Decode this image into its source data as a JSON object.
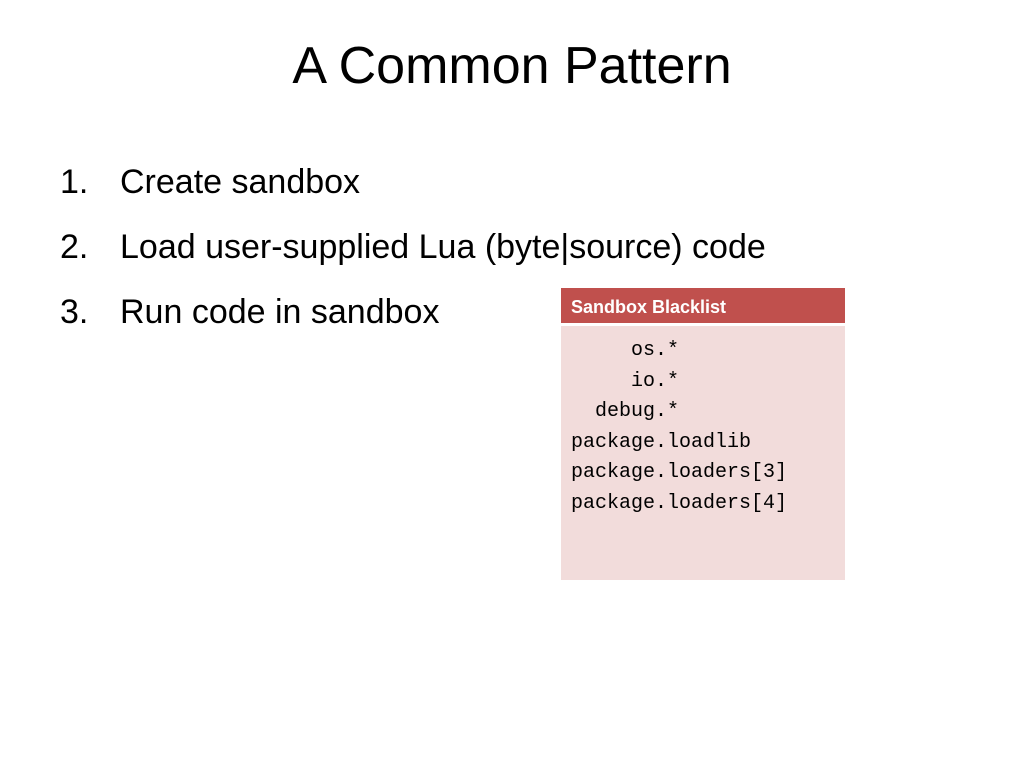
{
  "slide": {
    "title": "A Common Pattern",
    "bullets": [
      {
        "number": "1.",
        "text": "Create sandbox"
      },
      {
        "number": "2.",
        "text": "Load user-supplied Lua (byte|source) code"
      },
      {
        "number": "3.",
        "text": "Run code in sandbox"
      }
    ]
  },
  "blacklist": {
    "header": "Sandbox Blacklist",
    "lines": [
      "     os.*",
      "     io.*",
      "  debug.*",
      "package.loadlib",
      "package.loaders[3]",
      "package.loaders[4]"
    ]
  },
  "colors": {
    "header_bg": "#c0504d",
    "body_bg": "#f2dcdb"
  }
}
